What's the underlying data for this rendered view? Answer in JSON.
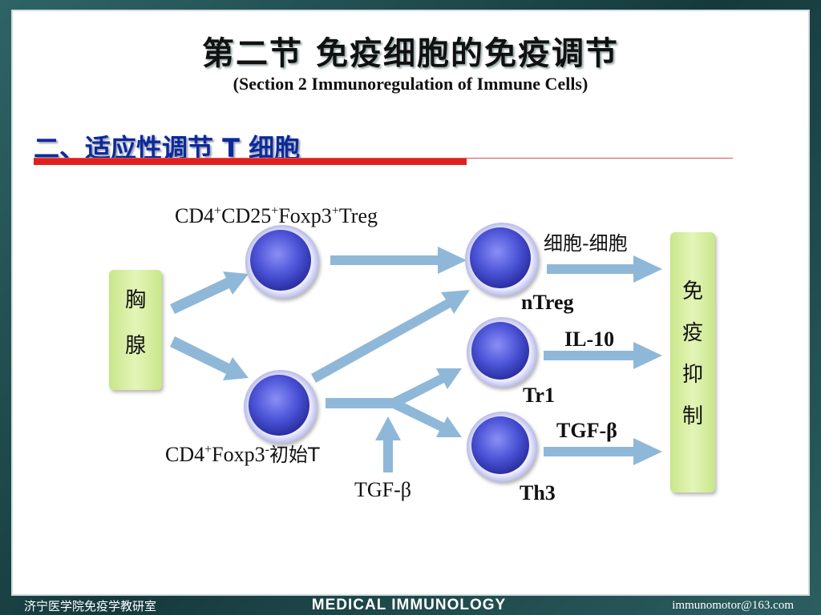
{
  "slide": {
    "title_cn": "第二节  免疫细胞的免疫调节",
    "title_en": "(Section 2  Immunoregulation of Immune Cells)",
    "section_heading": "二、适应性调节 T 细胞"
  },
  "diagram": {
    "thymus_box": [
      "胸",
      "腺"
    ],
    "suppression_box": [
      "免",
      "疫",
      "抑",
      "制"
    ],
    "labels": {
      "treg_source_main": "CD4",
      "treg_source_sup1": "+",
      "treg_source_mid": "CD25",
      "treg_source_sup2": "+",
      "treg_source_mid2": "Foxp3",
      "treg_source_sup3": "+",
      "treg_source_end": "Treg",
      "naive_main": "CD4",
      "naive_sup1": "+",
      "naive_mid": "Foxp3",
      "naive_sup2": "-",
      "naive_end": "初始T",
      "tgf_input": "TGF-β",
      "cell_cell": "细胞-细胞",
      "ntreg": "nTreg",
      "il10": "IL-10",
      "tr1": "Tr1",
      "tgf_th3": "TGF-β",
      "th3": "Th3"
    },
    "colors": {
      "arrow": "#8fb8d8",
      "box_fill": "#d6ee9e",
      "cell_core": "#4a52d6",
      "cell_rim": "#eeeeff"
    }
  },
  "footer": {
    "left": "济宁医学院免疫学教研室",
    "center": "MEDICAL IMMUNOLOGY",
    "right": "immunomotor@163.com"
  }
}
